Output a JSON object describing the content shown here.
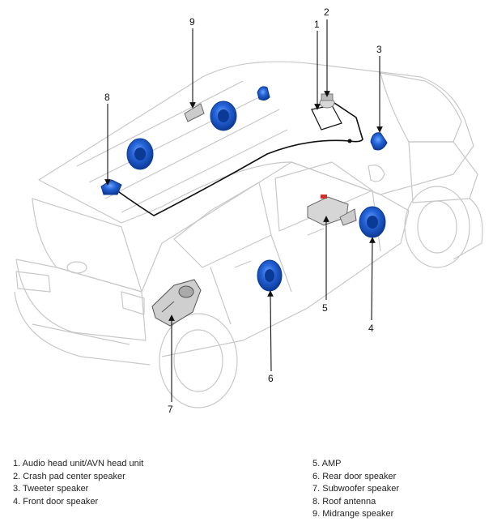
{
  "callouts": {
    "c1": "1",
    "c2": "2",
    "c3": "3",
    "c4": "4",
    "c5": "5",
    "c6": "6",
    "c7": "7",
    "c8": "8",
    "c9": "9"
  },
  "legend": {
    "left": [
      "1. Audio head unit/AVN head unit",
      "2. Crash pad center speaker",
      "3. Tweeter speaker",
      "4. Front door speaker"
    ],
    "right": [
      "5. AMP",
      "6. Rear door speaker",
      "7. Subwoofer speaker",
      "8. Roof antenna",
      "9. Midrange speaker"
    ]
  },
  "colors": {
    "speaker": "#1f5fd1",
    "outline": "#c8c8c8",
    "leader": "#111111",
    "amp_connector": "#d0302a"
  }
}
